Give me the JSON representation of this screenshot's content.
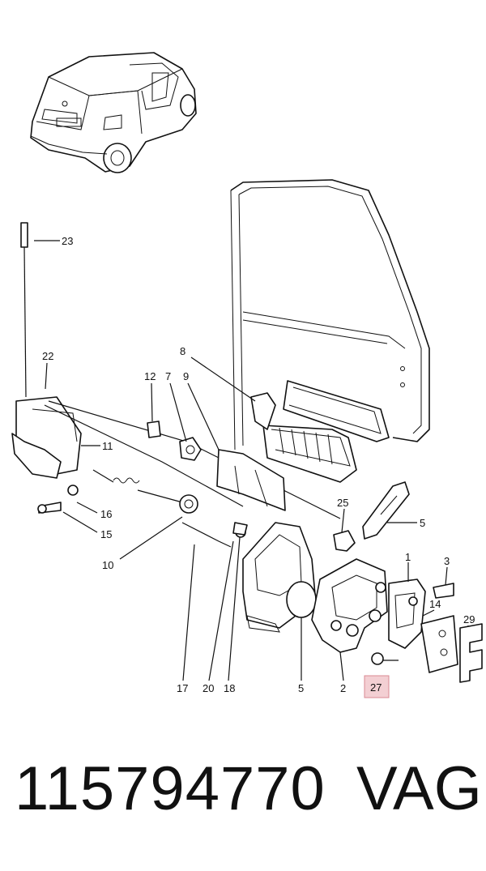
{
  "diagram": {
    "callouts": [
      {
        "id": "23",
        "text": "23"
      },
      {
        "id": "22",
        "text": "22"
      },
      {
        "id": "11",
        "text": "11"
      },
      {
        "id": "16",
        "text": "16"
      },
      {
        "id": "15",
        "text": "15"
      },
      {
        "id": "8",
        "text": "8"
      },
      {
        "id": "12",
        "text": "12"
      },
      {
        "id": "7",
        "text": "7"
      },
      {
        "id": "9",
        "text": "9"
      },
      {
        "id": "10",
        "text": "10"
      },
      {
        "id": "25",
        "text": "25"
      },
      {
        "id": "5a",
        "text": "5"
      },
      {
        "id": "1",
        "text": "1"
      },
      {
        "id": "3",
        "text": "3"
      },
      {
        "id": "14",
        "text": "14"
      },
      {
        "id": "29",
        "text": "29"
      },
      {
        "id": "17",
        "text": "17"
      },
      {
        "id": "20",
        "text": "20"
      },
      {
        "id": "18",
        "text": "18"
      },
      {
        "id": "5b",
        "text": "5"
      },
      {
        "id": "2",
        "text": "2"
      },
      {
        "id": "27",
        "text": "27"
      }
    ],
    "highlight_color": "#f3cfd3",
    "highlight_border": "#d98a93"
  },
  "footer": {
    "part_number": "115794770",
    "brand": "VAG"
  }
}
